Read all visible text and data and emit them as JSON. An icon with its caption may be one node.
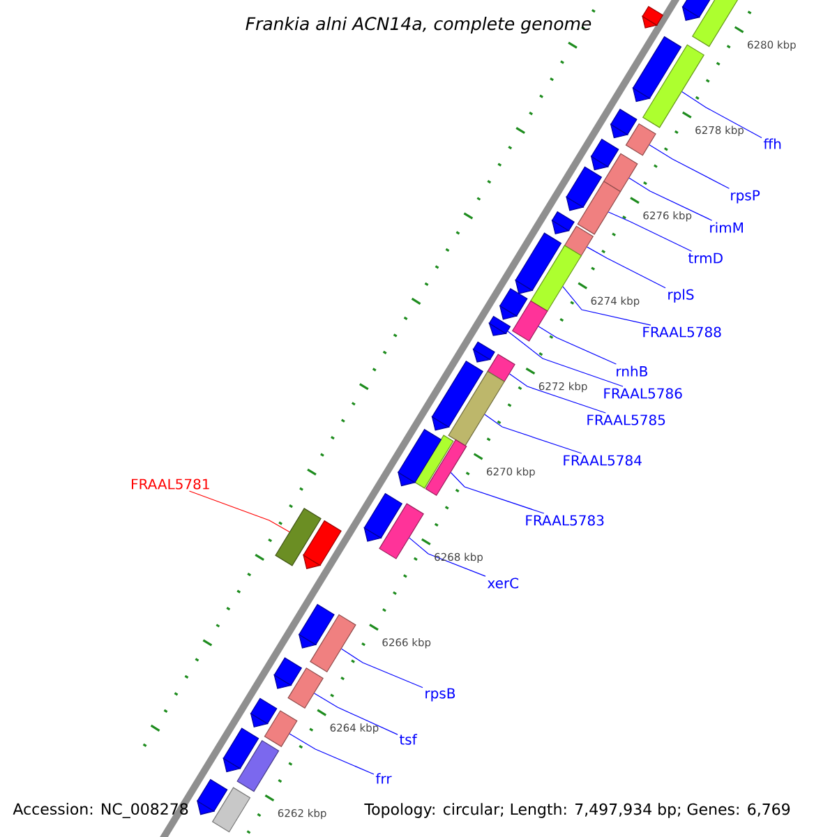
{
  "diagram": {
    "title": "Frankia alni ACN14a, complete genome",
    "nodes": [
      {
        "text": [
          "ffh"
        ]
      },
      {
        "text": [
          "rpsP"
        ]
      },
      {
        "text": [
          "rimM"
        ]
      },
      {
        "text": [
          "trmD"
        ]
      },
      {
        "text": [
          "rplS"
        ]
      },
      {
        "text": [
          "FRAAL5788"
        ]
      },
      {
        "text": [
          "rnhB"
        ]
      },
      {
        "text": [
          "FRAAL5786"
        ]
      },
      {
        "text": [
          "FRAAL5785"
        ]
      },
      {
        "text": [
          "FRAAL5784"
        ]
      },
      {
        "text": [
          "FRAAL5781"
        ]
      },
      {
        "text": [
          "FRAAL5783"
        ]
      },
      {
        "text": [
          "xerC"
        ]
      },
      {
        "text": [
          "rpsB"
        ]
      },
      {
        "text": [
          "tsf"
        ]
      },
      {
        "text": [
          "frr"
        ]
      },
      {
        "text": [],
        "shape": "pentagon"
      },
      {
        "text": [],
        "shape": "box"
      },
      {
        "text": [],
        "shape": "pentagon"
      },
      {
        "text": [],
        "shape": "pentagon"
      },
      {
        "text": [],
        "shape": "box"
      },
      {
        "text": [],
        "shape": "pentagon"
      },
      {
        "text": [],
        "shape": "box"
      },
      {
        "text": [],
        "shape": "pentagon"
      },
      {
        "text": [],
        "shape": "box"
      },
      {
        "text": [],
        "shape": "pentagon"
      },
      {
        "text": [],
        "shape": "box"
      },
      {
        "text": [],
        "shape": "pentagon"
      },
      {
        "text": [],
        "shape": "box"
      },
      {
        "text": [],
        "shape": "pentagon"
      },
      {
        "text": [],
        "shape": "box"
      },
      {
        "text": [],
        "shape": "pentagon"
      },
      {
        "text": [],
        "shape": "box"
      },
      {
        "text": [],
        "shape": "pentagon"
      },
      {
        "text": [],
        "shape": "pentagon"
      },
      {
        "text": [],
        "shape": "box"
      },
      {
        "text": [],
        "shape": "pentagon"
      },
      {
        "text": [],
        "shape": "box"
      },
      {
        "text": [],
        "shape": "pentagon"
      },
      {
        "text": [],
        "shape": "box"
      },
      {
        "text": [],
        "shape": "box"
      },
      {
        "text": [],
        "shape": "pentagon"
      },
      {
        "text": [],
        "shape": "box"
      },
      {
        "text": [],
        "shape": "box"
      },
      {
        "text": [],
        "shape": "pentagon"
      },
      {
        "text": [],
        "shape": "pentagon"
      },
      {
        "text": [],
        "shape": "box"
      },
      {
        "text": [],
        "shape": "pentagon"
      },
      {
        "text": [],
        "shape": "box"
      },
      {
        "text": [],
        "shape": "pentagon"
      },
      {
        "text": [],
        "shape": "box"
      },
      {
        "text": [],
        "shape": "pentagon"
      },
      {
        "text": [],
        "shape": "box"
      },
      {
        "text": [],
        "shape": "pentagon"
      },
      {
        "text": [],
        "shape": "box"
      }
    ],
    "edges": [
      {
        "from": 0,
        "to": 20,
        "arrow": "none"
      },
      {
        "from": 1,
        "to": 22,
        "arrow": "none"
      },
      {
        "from": 2,
        "to": 24,
        "arrow": "none"
      },
      {
        "from": 3,
        "to": 26,
        "arrow": "none"
      },
      {
        "from": 4,
        "to": 28,
        "arrow": "none"
      },
      {
        "from": 5,
        "to": 30,
        "arrow": "none"
      },
      {
        "from": 6,
        "to": 32,
        "arrow": "none"
      },
      {
        "from": 7,
        "to": 33,
        "arrow": "none"
      },
      {
        "from": 8,
        "to": 35,
        "arrow": "none"
      },
      {
        "from": 9,
        "to": 37,
        "arrow": "none"
      },
      {
        "from": 10,
        "to": 43,
        "arrow": "none",
        "color": "#ff0000"
      },
      {
        "from": 11,
        "to": 40,
        "arrow": "none"
      },
      {
        "from": 12,
        "to": 42,
        "arrow": "none"
      },
      {
        "from": 13,
        "to": 46,
        "arrow": "none"
      },
      {
        "from": 14,
        "to": 48,
        "arrow": "none"
      },
      {
        "from": 15,
        "to": 50,
        "arrow": "none"
      }
    ],
    "labels": [
      "6280 kbp",
      "6278 kbp",
      "6276 kbp",
      "6274 kbp",
      "6272 kbp",
      "6270 kbp",
      "6268 kbp",
      "6266 kbp",
      "6264 kbp",
      "6262 kbp",
      "Accession: NC_008278",
      "Topology: circular; Length: 7,497,934 bp; Genes: 6,769"
    ]
  }
}
